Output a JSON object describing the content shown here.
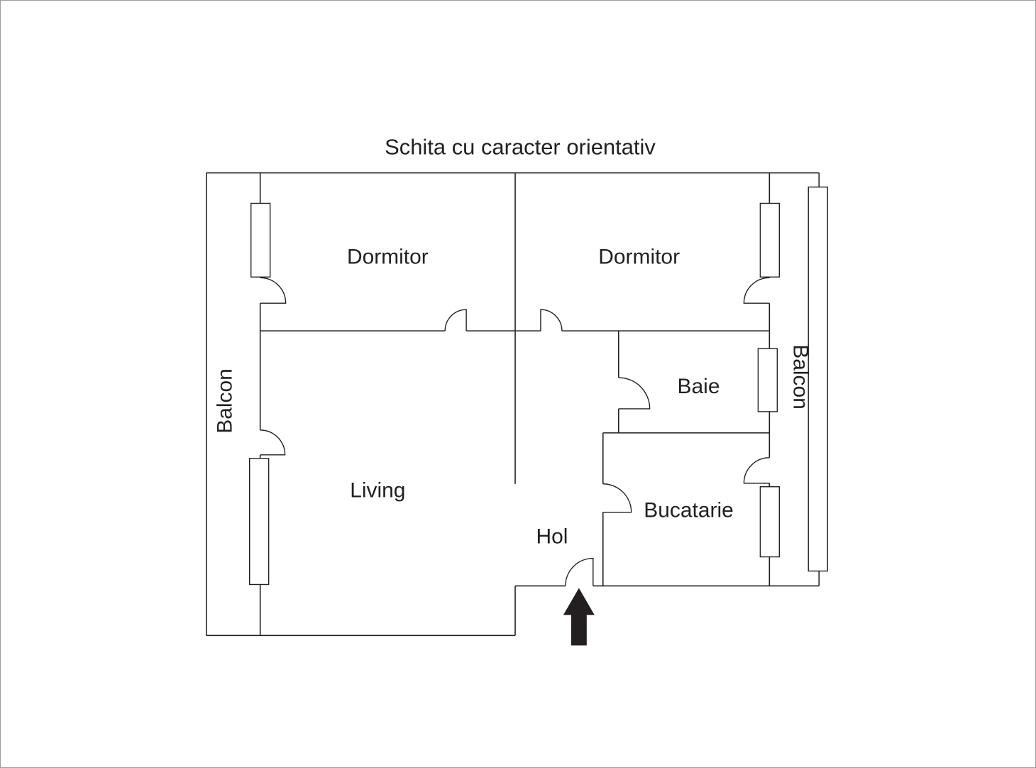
{
  "title": "Schita cu caracter orientativ",
  "rooms": {
    "dormitor_left": {
      "label": "Dormitor"
    },
    "dormitor_right": {
      "label": "Dormitor"
    },
    "balcon_left": {
      "label": "Balcon"
    },
    "balcon_right": {
      "label": "Balcon"
    },
    "baie": {
      "label": "Baie"
    },
    "living": {
      "label": "Living"
    },
    "hol": {
      "label": "Hol"
    },
    "bucatarie": {
      "label": "Bucatarie"
    }
  },
  "icons": {
    "entrance_arrow": "up-arrow-entrance"
  },
  "colors": {
    "wall": "#231f20",
    "arrow": "#231f20",
    "background": "#ffffff",
    "canvas_border": "#9c9c9c"
  }
}
